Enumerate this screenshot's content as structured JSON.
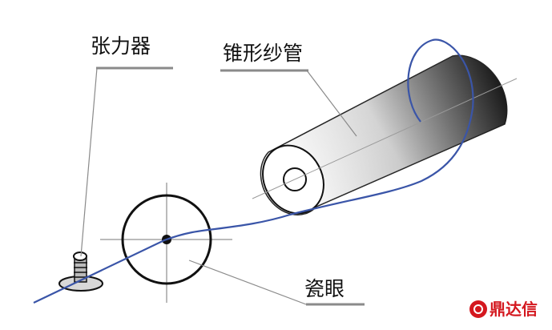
{
  "labels": {
    "tension_device": "张力器",
    "conical_bobbin": "锥形纱管",
    "porcelain_eye": "瓷眼"
  },
  "watermark": {
    "text": "鼎达信",
    "icon": "dingdaxin-logo-icon"
  },
  "colors": {
    "yarn": "#3a55a8",
    "outline": "#111111",
    "leader_line": "#8a8a8a",
    "watermark": "#d4181f"
  }
}
